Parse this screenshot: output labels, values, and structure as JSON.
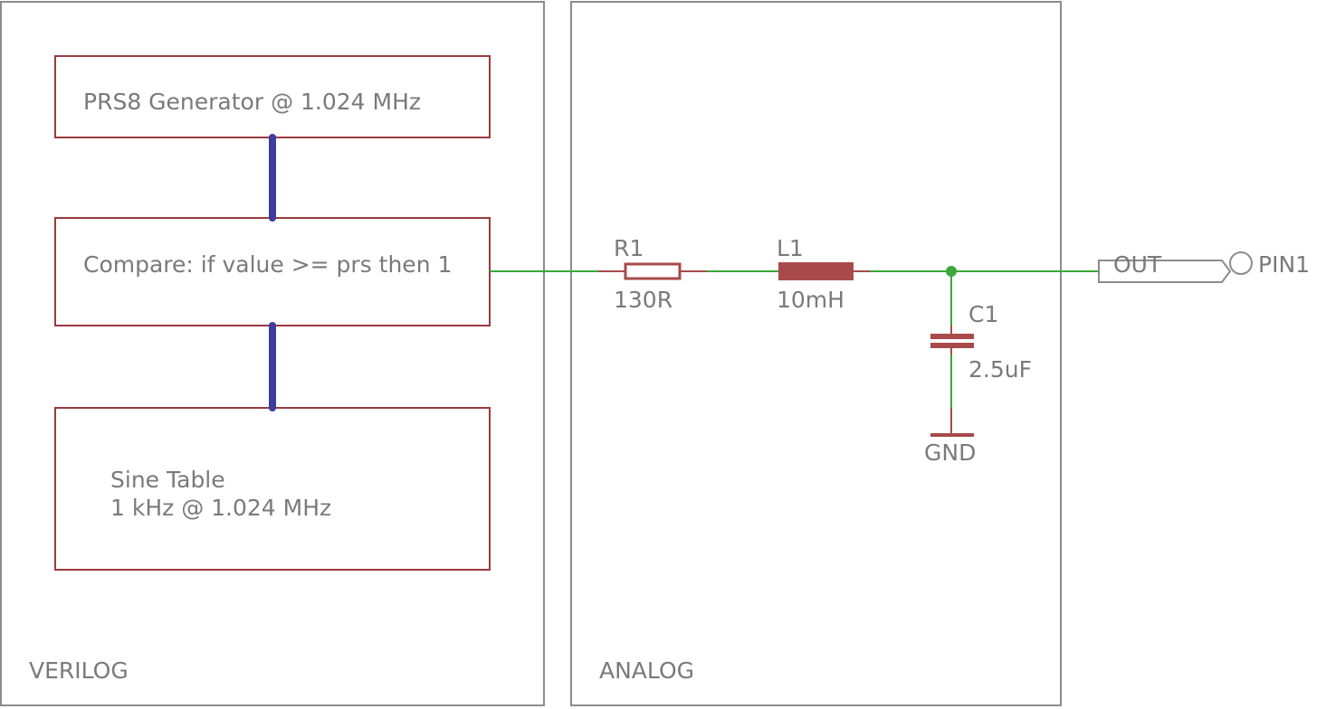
{
  "panels": {
    "verilog_label": "VERILOG",
    "analog_label": "ANALOG"
  },
  "blocks": {
    "prs_generator": "PRS8 Generator @ 1.024 MHz",
    "compare": "Compare: if value >= prs then 1",
    "sine_table_line1": "Sine Table",
    "sine_table_line2": "1 kHz @ 1.024 MHz"
  },
  "components": {
    "r1": {
      "name": "R1",
      "value": "130R"
    },
    "l1": {
      "name": "L1",
      "value": "10mH"
    },
    "c1": {
      "name": "C1",
      "value": "2.5uF"
    },
    "gnd": {
      "name": "GND"
    },
    "out": {
      "name": "OUT",
      "pin": "PIN1"
    }
  },
  "colors": {
    "frame": "#8c8c8c",
    "block_border": "#9b3a3e",
    "bus": "#3d3d9c",
    "wire": "#3aa83a",
    "component": "#a84a4a"
  }
}
